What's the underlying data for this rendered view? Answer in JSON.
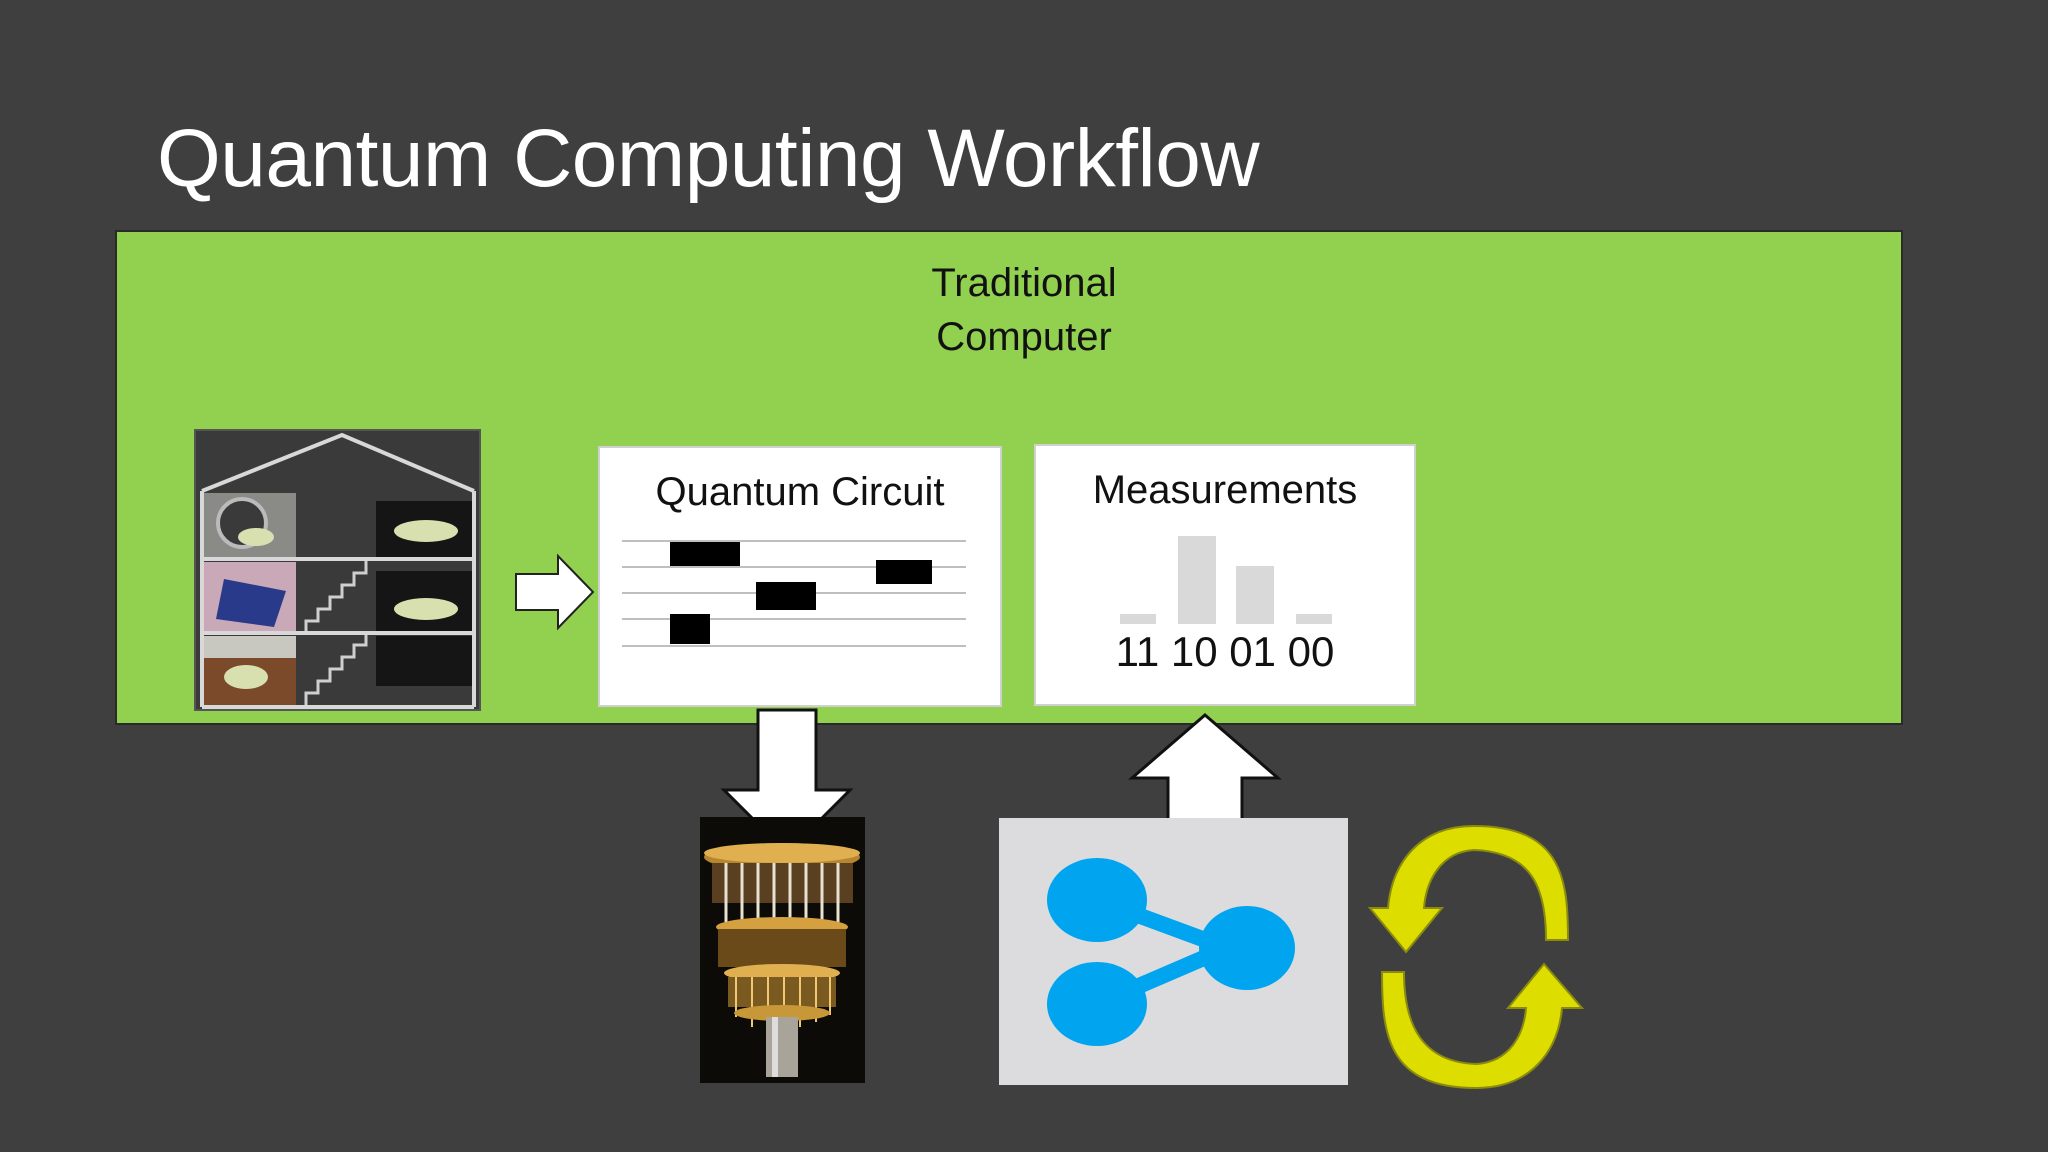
{
  "slide": {
    "title": "Quantum Computing Workflow"
  },
  "traditional_computer": {
    "label_line1": "Traditional",
    "label_line2": "Computer"
  },
  "quantum_circuit": {
    "title": "Quantum Circuit"
  },
  "measurements": {
    "title": "Measurements",
    "outcomes": "11 10 01 00"
  },
  "colors": {
    "background": "#3f3f3f",
    "traditional_panel": "#92d050",
    "card": "#ffffff",
    "histogram_bar": "#d9d9d9",
    "network_node": "#00a4ef",
    "cycle_arrow": "#dddd00"
  },
  "icons": {
    "house": "house-with-rooms-icon",
    "arrow_right": "arrow-right-icon",
    "arrow_down": "arrow-down-icon",
    "arrow_up": "arrow-up-icon",
    "quantum_hardware": "quantum-cryostat-icon",
    "network": "share-network-icon",
    "cycle": "cycle-arrows-icon"
  }
}
